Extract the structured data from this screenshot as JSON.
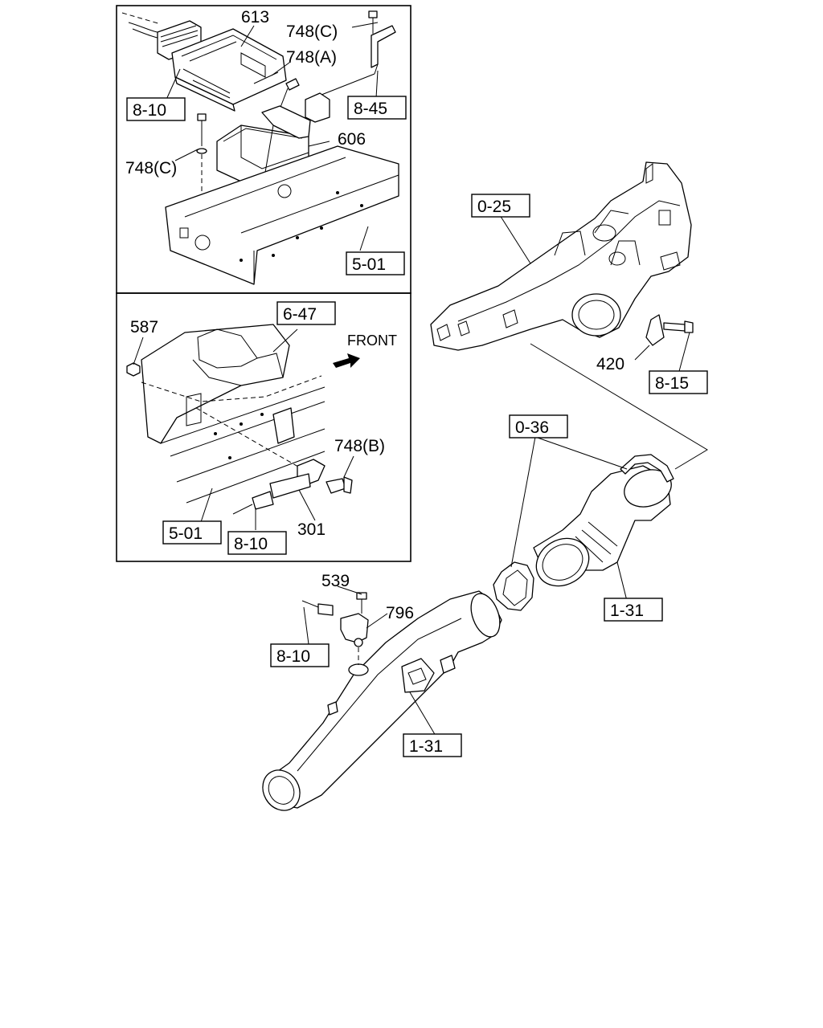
{
  "diagram": {
    "panel_top": {
      "labels": {
        "l613": "613",
        "l748c_top": "748(C)",
        "l748a": "748(A)",
        "l606": "606",
        "l748c_left": "748(C)"
      },
      "refs": {
        "r810": "8-10",
        "r845": "8-45",
        "r501": "5-01"
      }
    },
    "panel_bottom": {
      "labels": {
        "l587": "587",
        "front": "FRONT",
        "l748b": "748(B)",
        "l301": "301"
      },
      "refs": {
        "r647": "6-47",
        "r501": "5-01",
        "r810": "8-10"
      }
    },
    "main": {
      "labels": {
        "l420": "420",
        "l539": "539",
        "l796": "796"
      },
      "refs": {
        "r025": "0-25",
        "r815": "8-15",
        "r036": "0-36",
        "r131_upper": "1-31",
        "r131_lower": "1-31",
        "r810": "8-10"
      }
    }
  }
}
